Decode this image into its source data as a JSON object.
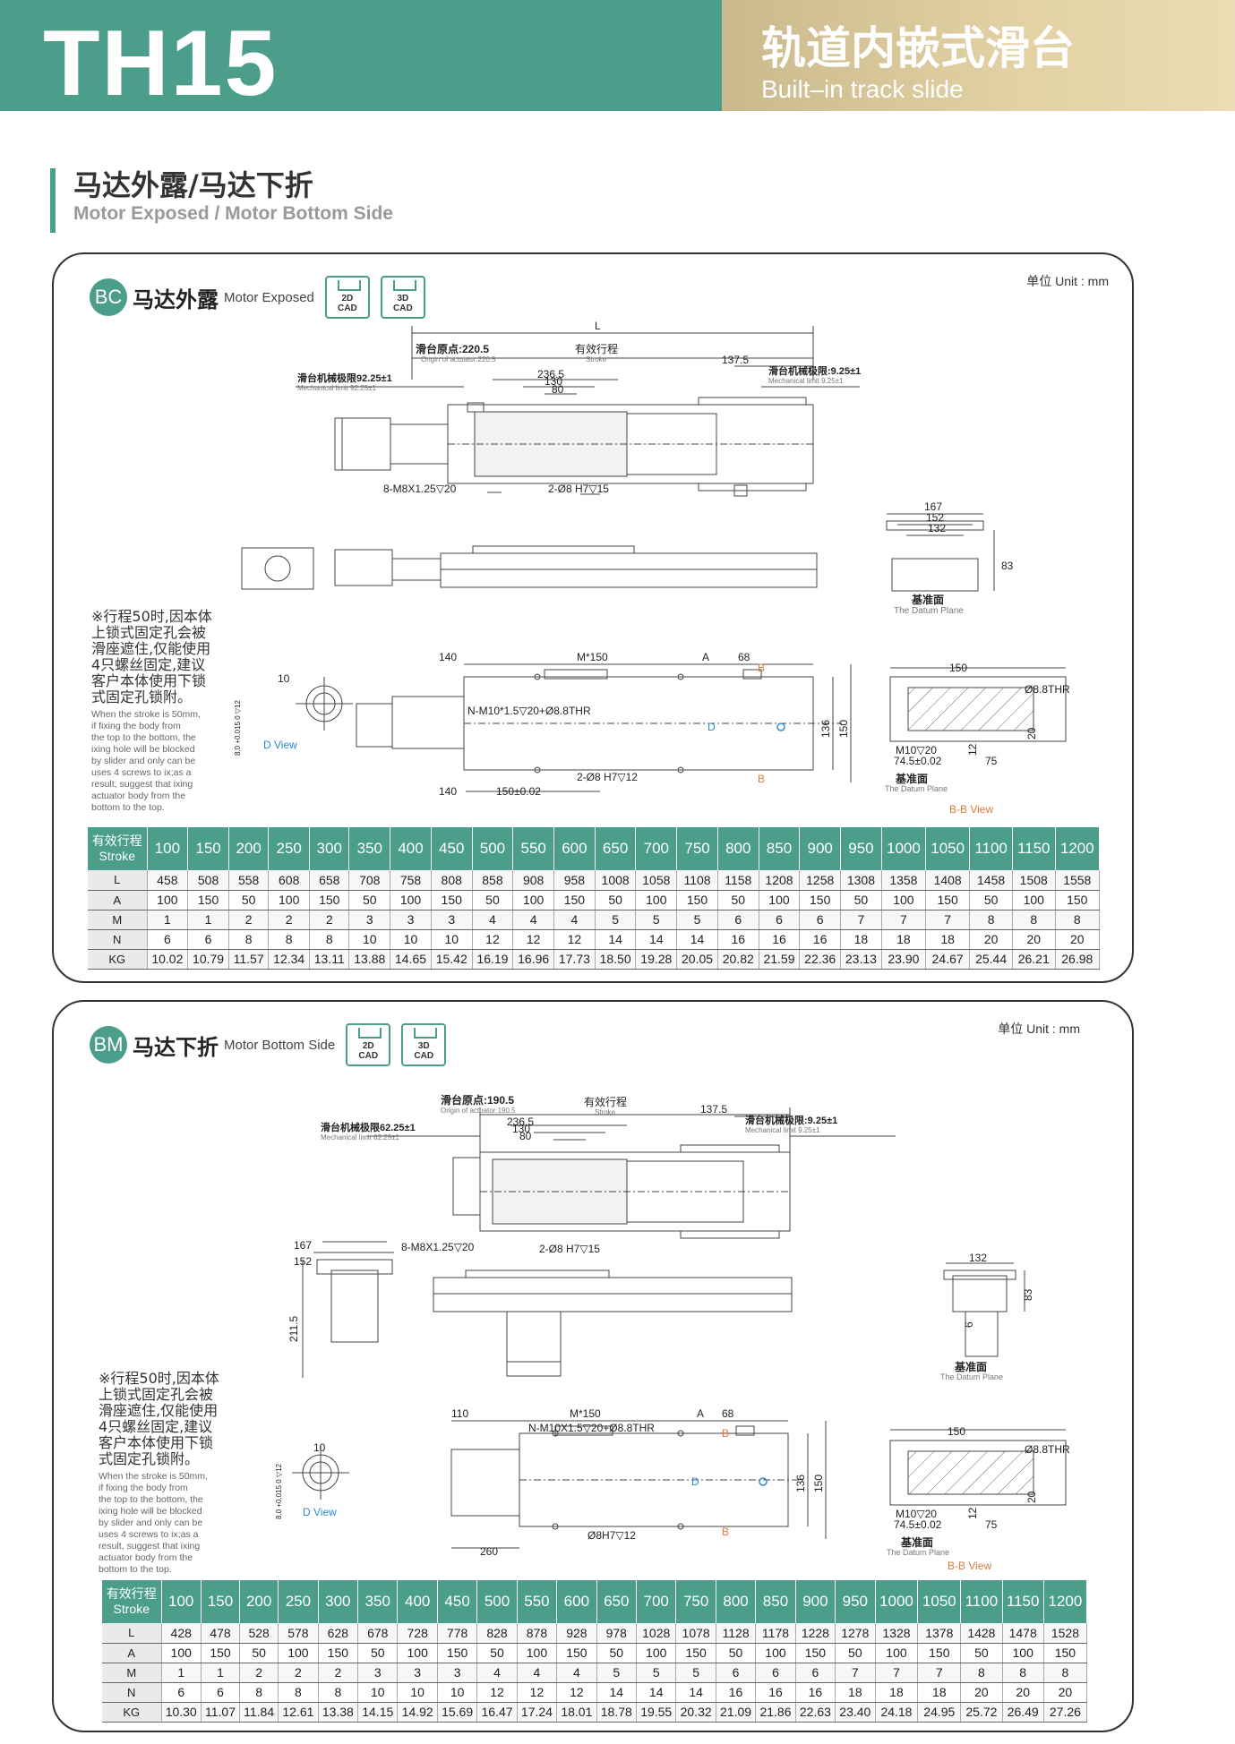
{
  "header": {
    "model": "TH15",
    "title_cn": "轨道内嵌式滑台",
    "title_en": "Built–in track slide"
  },
  "section": {
    "title_cn": "马达外露/马达下折",
    "title_en": "Motor Exposed / Motor Bottom Side"
  },
  "colors": {
    "brand": "#4a9e8a",
    "gold": "#d8c898",
    "dim_orange": "#e07a3b",
    "dim_blue": "#2a8bd0"
  },
  "panels": [
    {
      "code": "BC",
      "title_cn": "马达外露",
      "title_en": "Motor Exposed",
      "cad_2d": "2D\nCAD",
      "cad_3d": "3D\nCAD",
      "unit": "单位 Unit : mm",
      "dims": {
        "L": "L",
        "origin_cn": "滑台原点:220.5",
        "origin_en": "Origin of actuator:220.5",
        "stroke_cn": "有效行程",
        "stroke_en": "Stroke",
        "mech_left_cn": "滑台机械极限92.25±1",
        "mech_left_en": "Mechanical limit 92.25±1",
        "mech_right_cn": "滑台机械极限:9.25±1",
        "mech_right_en": "Mechanical limit 9.25±1",
        "d2365": "236.5",
        "d130": "130",
        "d80": "80",
        "d1375": "137.5",
        "m8": "8-M8X1.25▽20",
        "phi8": "2-Ø8 H7▽15",
        "s167": "167",
        "s152": "152",
        "s132": "132",
        "s83": "83",
        "datum_cn": "基准面",
        "datum_en": "The Datum Plane",
        "b140": "140",
        "bm150": "M*150",
        "bA": "A",
        "b68": "68",
        "bB": "B",
        "bN": "N-M10*1.5▽20+Ø8.8THR",
        "bD": "D",
        "b136": "136",
        "b150v": "150",
        "bphi": "2-Ø8 H7▽12",
        "b140b": "140",
        "b150p": "150±0.02",
        "d10": "10",
        "dtol": "8.0 +0.015 0 ▽12",
        "dview": "D View",
        "bb150": "150",
        "bbthr": "Ø8.8THR",
        "bb20": "20",
        "bb12": "12",
        "bbm10": "M10▽20",
        "bb745": "74.5±0.02",
        "bb75": "75",
        "bbview": "B-B View"
      },
      "note_cn": [
        "※行程50时,因本体",
        "上锁式固定孔会被",
        "滑座遮住,仅能使用",
        "4只螺丝固定,建议",
        "客户本体使用下锁",
        "式固定孔锁附。"
      ],
      "note_en": [
        "When the stroke is 50mm,",
        "if fixing the body from",
        "the top to the bottom, the",
        "ixing hole will be blocked",
        "by slider and only can be",
        "uses 4 screws to ix;as a",
        "result, suggest that ixing",
        "actuator body from the",
        "bottom to the top."
      ],
      "table": {
        "head_cn": "有效行程",
        "head_en": "Stroke",
        "strokes": [
          "100",
          "150",
          "200",
          "250",
          "300",
          "350",
          "400",
          "450",
          "500",
          "550",
          "600",
          "650",
          "700",
          "750",
          "800",
          "850",
          "900",
          "950",
          "1000",
          "1050",
          "1100",
          "1150",
          "1200"
        ],
        "rows": [
          {
            "label": "L",
            "values": [
              "458",
              "508",
              "558",
              "608",
              "658",
              "708",
              "758",
              "808",
              "858",
              "908",
              "958",
              "1008",
              "1058",
              "1108",
              "1158",
              "1208",
              "1258",
              "1308",
              "1358",
              "1408",
              "1458",
              "1508",
              "1558"
            ]
          },
          {
            "label": "A",
            "values": [
              "100",
              "150",
              "50",
              "100",
              "150",
              "50",
              "100",
              "150",
              "50",
              "100",
              "150",
              "50",
              "100",
              "150",
              "50",
              "100",
              "150",
              "50",
              "100",
              "150",
              "50",
              "100",
              "150"
            ]
          },
          {
            "label": "M",
            "values": [
              "1",
              "1",
              "2",
              "2",
              "2",
              "3",
              "3",
              "3",
              "4",
              "4",
              "4",
              "5",
              "5",
              "5",
              "6",
              "6",
              "6",
              "7",
              "7",
              "7",
              "8",
              "8",
              "8"
            ]
          },
          {
            "label": "N",
            "values": [
              "6",
              "6",
              "8",
              "8",
              "8",
              "10",
              "10",
              "10",
              "12",
              "12",
              "12",
              "14",
              "14",
              "14",
              "16",
              "16",
              "16",
              "18",
              "18",
              "18",
              "20",
              "20",
              "20"
            ]
          },
          {
            "label": "KG",
            "values": [
              "10.02",
              "10.79",
              "11.57",
              "12.34",
              "13.11",
              "13.88",
              "14.65",
              "15.42",
              "16.19",
              "16.96",
              "17.73",
              "18.50",
              "19.28",
              "20.05",
              "20.82",
              "21.59",
              "22.36",
              "23.13",
              "23.90",
              "24.67",
              "25.44",
              "26.21",
              "26.98"
            ]
          }
        ]
      }
    },
    {
      "code": "BM",
      "title_cn": "马达下折",
      "title_en": "Motor Bottom Side",
      "cad_2d": "2D\nCAD",
      "cad_3d": "3D\nCAD",
      "unit": "单位 Unit : mm",
      "dims": {
        "origin_cn": "滑台原点:190.5",
        "origin_en": "Origin of actuator:190.5",
        "stroke_cn": "有效行程",
        "stroke_en": "Stroke",
        "mech_left_cn": "滑台机械极限62.25±1",
        "mech_left_en": "Mechanical limit 62.25±1",
        "mech_right_cn": "滑台机械极限:9.25±1",
        "mech_right_en": "Mechanical limit 9.25±1",
        "d2365": "236.5",
        "d130": "130",
        "d80": "80",
        "d1375": "137.5",
        "m8": "8-M8X1.25▽20",
        "phi8": "2-Ø8 H7▽15",
        "f167": "167",
        "f152": "152",
        "f2115": "211.5",
        "s132": "132",
        "s83": "83",
        "s6": "6",
        "datum_cn": "基准面",
        "datum_en": "The Datum Plane",
        "b110": "110",
        "bm150": "M*150",
        "bA": "A",
        "b68": "68",
        "bB": "B",
        "bN": "N-M10X1.5▽20+Ø8.8THR",
        "bD": "D",
        "b136": "136",
        "b150v": "150",
        "bphi": "Ø8H7▽12",
        "b260": "260",
        "d10": "10",
        "dtol": "8.0 +0.015 0 ▽12",
        "dview": "D View",
        "bb150": "150",
        "bbthr": "Ø8.8THR",
        "bb20": "20",
        "bb12": "12",
        "bbm10": "M10▽20",
        "bb745": "74.5±0.02",
        "bb75": "75",
        "bbview": "B-B View"
      },
      "note_cn": [
        "※行程50时,因本体",
        "上锁式固定孔会被",
        "滑座遮住,仅能使用",
        "4只螺丝固定,建议",
        "客户本体使用下锁",
        "式固定孔锁附。"
      ],
      "note_en": [
        "When the stroke is 50mm,",
        "if fixing the body from",
        "the top to the bottom, the",
        "ixing hole will be blocked",
        "by slider and only can be",
        "uses 4 screws to ix;as a",
        "result, suggest that ixing",
        "actuator body from the",
        "bottom to the top."
      ],
      "table": {
        "head_cn": "有效行程",
        "head_en": "Stroke",
        "strokes": [
          "100",
          "150",
          "200",
          "250",
          "300",
          "350",
          "400",
          "450",
          "500",
          "550",
          "600",
          "650",
          "700",
          "750",
          "800",
          "850",
          "900",
          "950",
          "1000",
          "1050",
          "1100",
          "1150",
          "1200"
        ],
        "rows": [
          {
            "label": "L",
            "values": [
              "428",
              "478",
              "528",
              "578",
              "628",
              "678",
              "728",
              "778",
              "828",
              "878",
              "928",
              "978",
              "1028",
              "1078",
              "1128",
              "1178",
              "1228",
              "1278",
              "1328",
              "1378",
              "1428",
              "1478",
              "1528"
            ]
          },
          {
            "label": "A",
            "values": [
              "100",
              "150",
              "50",
              "100",
              "150",
              "50",
              "100",
              "150",
              "50",
              "100",
              "150",
              "50",
              "100",
              "150",
              "50",
              "100",
              "150",
              "50",
              "100",
              "150",
              "50",
              "100",
              "150"
            ]
          },
          {
            "label": "M",
            "values": [
              "1",
              "1",
              "2",
              "2",
              "2",
              "3",
              "3",
              "3",
              "4",
              "4",
              "4",
              "5",
              "5",
              "5",
              "6",
              "6",
              "6",
              "7",
              "7",
              "7",
              "8",
              "8",
              "8"
            ]
          },
          {
            "label": "N",
            "values": [
              "6",
              "6",
              "8",
              "8",
              "8",
              "10",
              "10",
              "10",
              "12",
              "12",
              "12",
              "14",
              "14",
              "14",
              "16",
              "16",
              "16",
              "18",
              "18",
              "18",
              "20",
              "20",
              "20"
            ]
          },
          {
            "label": "KG",
            "values": [
              "10.30",
              "11.07",
              "11.84",
              "12.61",
              "13.38",
              "14.15",
              "14.92",
              "15.69",
              "16.47",
              "17.24",
              "18.01",
              "18.78",
              "19.55",
              "20.32",
              "21.09",
              "21.86",
              "22.63",
              "23.40",
              "24.18",
              "24.95",
              "25.72",
              "26.49",
              "27.26"
            ]
          }
        ]
      }
    }
  ]
}
